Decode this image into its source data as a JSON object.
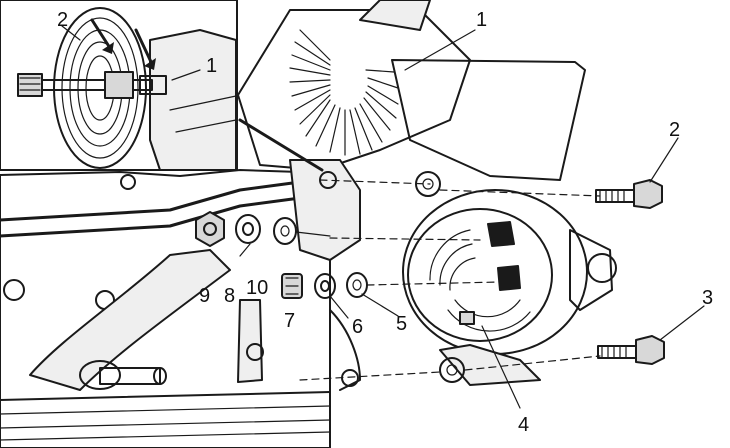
{
  "callouts": [
    {
      "id": "c1-inset",
      "text": "1"
    },
    {
      "id": "c2-inset",
      "text": "2"
    },
    {
      "id": "c1-main",
      "text": "1"
    },
    {
      "id": "c2-main",
      "text": "2"
    },
    {
      "id": "c3",
      "text": "3"
    },
    {
      "id": "c4",
      "text": "4"
    },
    {
      "id": "c5",
      "text": "5"
    },
    {
      "id": "c6",
      "text": "6"
    },
    {
      "id": "c7",
      "text": "7"
    },
    {
      "id": "c8",
      "text": "8"
    },
    {
      "id": "c9",
      "text": "9"
    },
    {
      "id": "c10",
      "text": "10"
    }
  ],
  "colors": {
    "ink": "#1a1a1a",
    "background": "#ffffff",
    "shade": "#d8d8d8"
  }
}
